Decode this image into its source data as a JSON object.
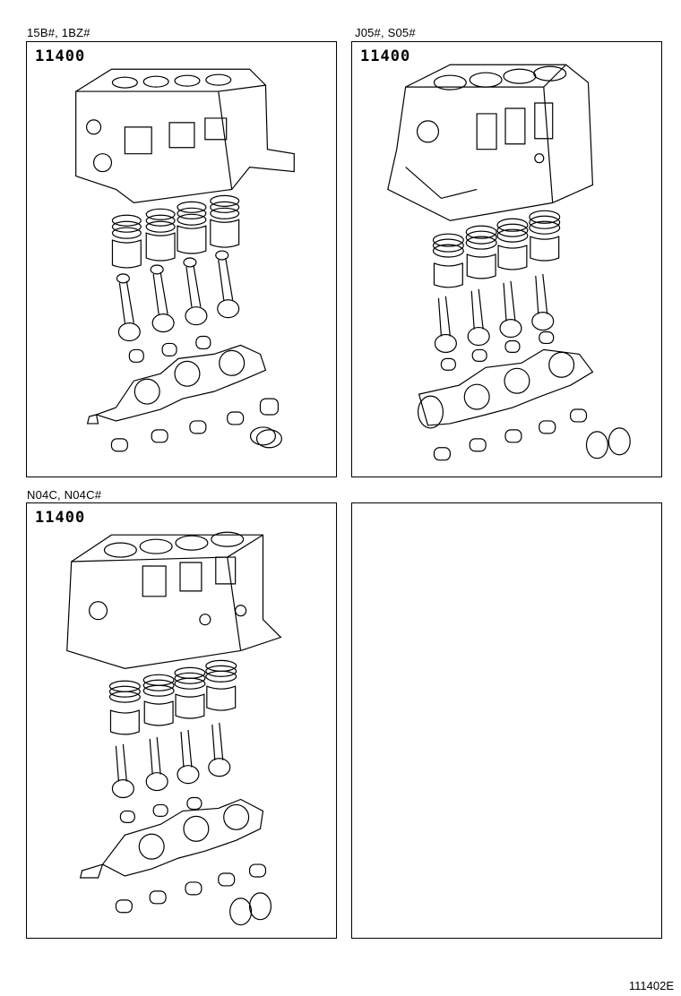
{
  "panels": [
    {
      "engine_label": "15B#, 1BZ#",
      "part_number": "11400"
    },
    {
      "engine_label": "J05#, S05#",
      "part_number": "11400"
    },
    {
      "engine_label": "N04C, N04C#",
      "part_number": "11400"
    },
    {
      "engine_label": "",
      "part_number": ""
    }
  ],
  "figure_id": "111402E"
}
